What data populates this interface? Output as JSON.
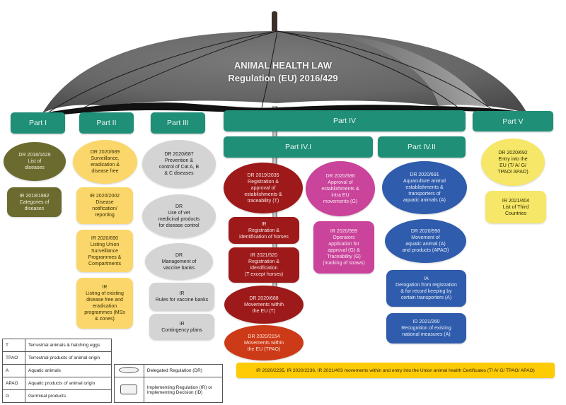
{
  "title": {
    "line1": "ANIMAL HEALTH LAW",
    "line2": "Regulation (EU) 2016/429"
  },
  "parts": {
    "part1": "Part I",
    "part2": "Part II",
    "part3": "Part III",
    "part4": "Part IV",
    "part4_1": "Part IV.I",
    "part4_2": "Part IV.II",
    "part5": "Part V"
  },
  "part1_items": [
    {
      "shape": "oval",
      "text": "DR 2018/1629\nList of\ndiseases"
    },
    {
      "shape": "rect",
      "text": "IR 2018/1882\nCategories of\ndiseases"
    }
  ],
  "part2_items": [
    {
      "shape": "oval",
      "text": "DR 2020/689\nSurveillance,\neradication &\ndisease free"
    },
    {
      "shape": "rect",
      "text": "IR 2020/2002\nDisease\nnotification/\nreporting"
    },
    {
      "shape": "rect",
      "text": "IR 2020/690\nListing Union\nSurveillance\nProgrammes &\nCompartments"
    },
    {
      "shape": "rect",
      "text": "IR\nListing of existing\ndisease free and\neradication\nprogrammes (MSs\n& zones)"
    }
  ],
  "part3_items": [
    {
      "shape": "oval",
      "text": "DR 2020/687\nPrevention &\ncontrol of Cat A, B\n& C diseases"
    },
    {
      "shape": "oval",
      "text": "DR\nUse of vet\nmedicinal products\nfor disease control"
    },
    {
      "shape": "oval",
      "text": "DR\nManagement of\nvaccine banks"
    },
    {
      "shape": "rect",
      "text": "IR\nRules for vaccine banks"
    },
    {
      "shape": "rect",
      "text": "IR\nContingency plans"
    }
  ],
  "part4_1_terrestrial": [
    {
      "shape": "oval",
      "text": "DR 2019/2035\nRegistration &\napproval  of\nestablishments &\ntraceability (T)"
    },
    {
      "shape": "rect",
      "text": "IR\nRegistration &\nidentification of  horses"
    },
    {
      "shape": "rect",
      "text": "IR 2021/520\nRegistration &\nidentification\n(T except horses)"
    },
    {
      "shape": "oval",
      "text": "DR 2020/688\nMovements withih\nthe EU (T)"
    },
    {
      "shape": "oval",
      "text": "DR 2020/2154\nMovements within\nthe EU (TPAO)"
    }
  ],
  "part4_1_germinal": [
    {
      "shape": "oval",
      "text": "DR 2020/686\nApproval of\nestablishments &\nintra EU\nmovements (G)"
    },
    {
      "shape": "rect",
      "text": "IR 2020/999\nOperators\napplication for\napproval (G) &\nTraceability (G)\n(marking of straws)"
    }
  ],
  "part4_2_items": [
    {
      "shape": "oval",
      "text": "DR 2020/691\nAquaculture animal\nestablishments &\ntransporters of\naquatic animals (A)"
    },
    {
      "shape": "oval",
      "text": "DR 2020/990\nMovement of\naquatic animal (A)\nand products (APAO)"
    },
    {
      "shape": "rect",
      "text": "IA\nDerogation from registration\n& for record keeping by\ncertain transporters (A)"
    },
    {
      "shape": "rect",
      "text": "ID 2021/260\nRecognition of existing\nnational measures (A)"
    }
  ],
  "part5_items": [
    {
      "shape": "oval",
      "text": "DR 2020/692\nEntry into the\nEU (T/ A/ G/\nTPAO/ APAO)"
    },
    {
      "shape": "rect",
      "text": "IR 2021/404\nList of Third\nCountries"
    }
  ],
  "certificates_bar": "IR 2020/2235, IR 2020/2236, IR 2021/403 movements within and entry into the Union animal health Certificates (T/ A/ G/ TPAO/ APAO)",
  "legend": {
    "abbreviations": [
      {
        "code": "T",
        "meaning": "Terrestrial animals & hatching eggs"
      },
      {
        "code": "TPAO",
        "meaning": "Terrestrial products of animal origin"
      },
      {
        "code": "A",
        "meaning": "Aquatic animals"
      },
      {
        "code": "APAO",
        "meaning": "Aquatic products of animal origin"
      },
      {
        "code": "G",
        "meaning": "Germinal products"
      }
    ],
    "shapes": [
      {
        "shape": "oval",
        "meaning": "Delegated Regulation (DR)"
      },
      {
        "shape": "rect",
        "meaning": "Implementing Regulation (IR) or Implementing Decision (ID)"
      }
    ]
  },
  "colors": {
    "header_green": "#1f8f77",
    "part1_olive": "#6b6b30",
    "part2_yellow": "#fbd66a",
    "part3_grey": "#d4d4d4",
    "part4_terrestrial_red": "#9e1a1a",
    "part4_tpao_orange": "#cc3a17",
    "part4_germinal_pink": "#c9449a",
    "part4_aquatic_blue": "#2f5cac",
    "part5_yellow": "#f6e768",
    "certificates_gold": "#ffcb05",
    "umbrella_grey": "#6e6e6e"
  }
}
